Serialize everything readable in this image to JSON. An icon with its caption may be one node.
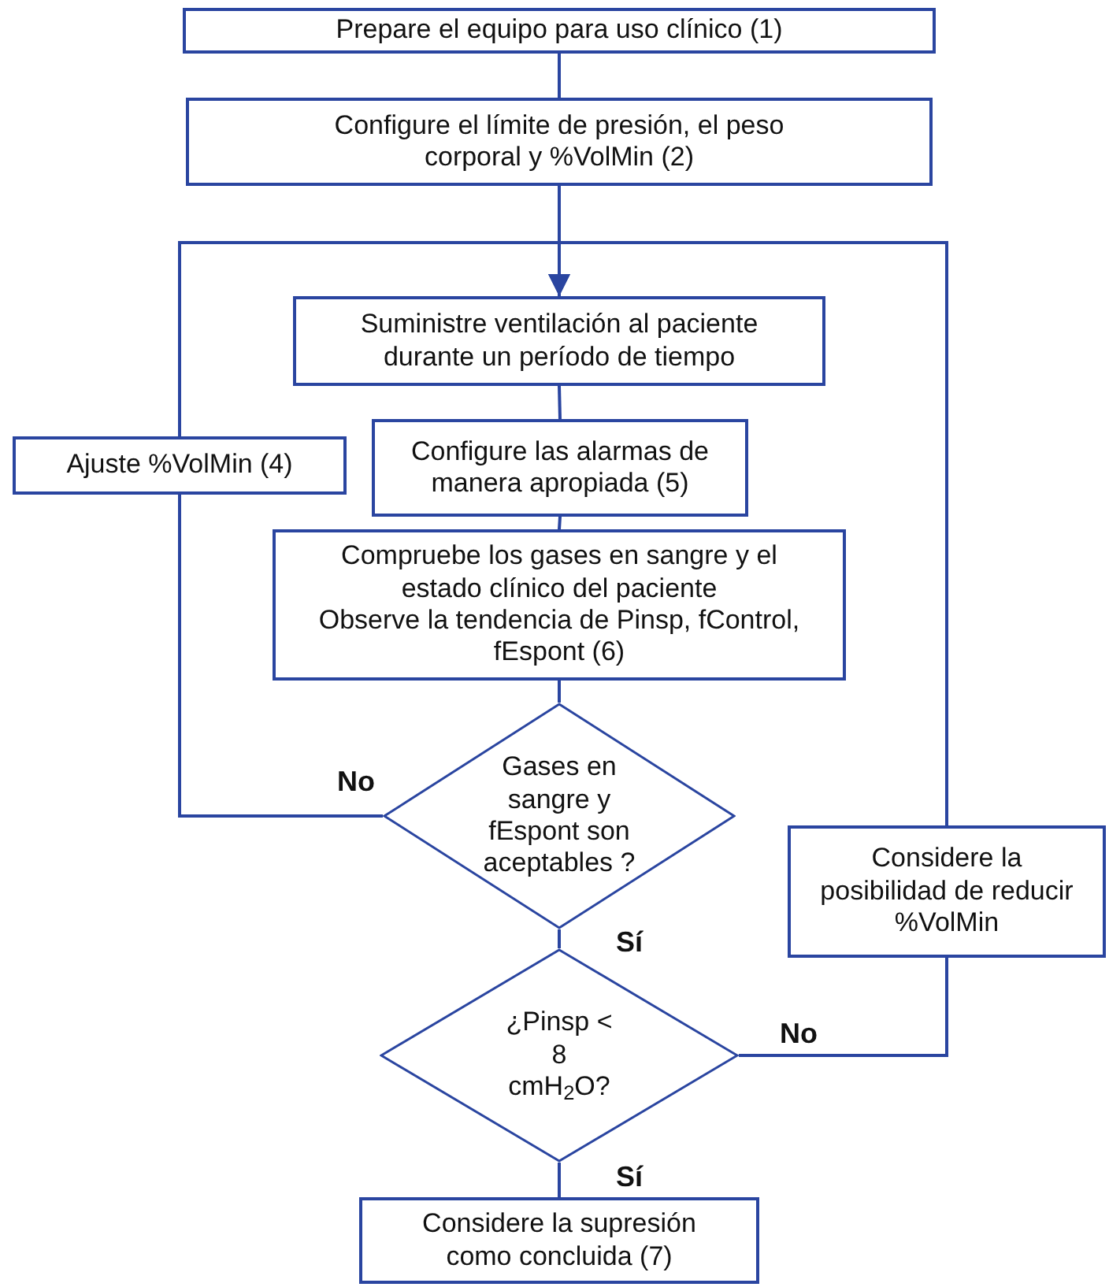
{
  "diagram": {
    "nodes": [
      {
        "text": [
          "Prepare el equipo para uso clínico (1)"
        ]
      },
      {
        "text": [
          "Configure el límite de presión, el peso corporal y %VolMin (2)"
        ]
      },
      {
        "text": [
          "Suministre ventilación al paciente durante un período de tiempo"
        ]
      },
      {
        "text": [
          "Ajuste %VolMin (4)"
        ]
      },
      {
        "text": [
          "Configure las alarmas de manera apropiada (5)"
        ]
      },
      {
        "text": [
          "Compruebe los gases en sangre y el estado clínico del paciente",
          "Observe la tendencia de Pinsp, fControl, fEspont (6)"
        ]
      },
      {
        "text": [
          "Gases en sangre y fEspont son aceptables ?"
        ]
      },
      {
        "text": [
          "Considere la posibilidad de reducir %VolMin"
        ]
      },
      {
        "text": [
          "¿Pinsp < 8 cmH$_{2}$O?"
        ]
      },
      {
        "text": [
          "Considere la supresión como concluida (7)"
        ]
      }
    ],
    "edges": [
      {
        "from": 0,
        "to": 1,
        "arrow": "none"
      },
      {
        "from": 1,
        "to": 2,
        "arrow": "none"
      },
      {
        "from": 2,
        "to": 4,
        "arrow": "none"
      },
      {
        "from": 4,
        "to": 5,
        "arrow": "none"
      },
      {
        "from": 5,
        "to": 6,
        "arrow": "none"
      },
      {
        "from": 6,
        "to": 3,
        "label": "No",
        "arrow": "none"
      },
      {
        "from": 3,
        "to": 2,
        "arrow": "to"
      },
      {
        "from": 6,
        "to": 8,
        "label": "Sí",
        "arrow": "none"
      },
      {
        "from": 8,
        "to": 7,
        "label": "No",
        "arrow": "none"
      },
      {
        "from": 7,
        "to": 2,
        "arrow": "to"
      },
      {
        "from": 8,
        "to": 9,
        "label": "Sí",
        "arrow": "none"
      }
    ]
  }
}
